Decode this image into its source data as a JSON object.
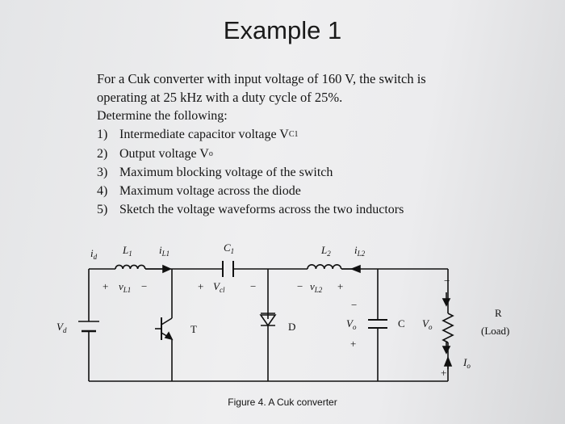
{
  "title": "Example 1",
  "intro": [
    "For a Cuk converter with input voltage of 160 V, the switch is",
    "operating at 25 kHz with a duty cycle of 25%.",
    "Determine the following:"
  ],
  "tasks": [
    {
      "num": "1)",
      "text": "Intermediate capacitor voltage V",
      "sub": "C1"
    },
    {
      "num": "2)",
      "text": "Output voltage V",
      "sub": "o"
    },
    {
      "num": "3)",
      "text": "Maximum blocking voltage of the switch",
      "sub": ""
    },
    {
      "num": "4)",
      "text": "Maximum voltage across the diode",
      "sub": ""
    },
    {
      "num": "5)",
      "text": "Sketch the voltage waveforms across the two inductors",
      "sub": ""
    }
  ],
  "circuit": {
    "i_d": "i",
    "i_d_sub": "d",
    "L1": "L",
    "L1_sub": "1",
    "i_L1": "i",
    "i_L1_sub": "L1",
    "C1": "C",
    "C1_sub": "1",
    "L2": "L",
    "L2_sub": "2",
    "i_L2": "i",
    "i_L2_sub": "L2",
    "v_L1": "v",
    "v_L1_sub": "L1",
    "v_C1": "V",
    "v_C1_sub": "cl",
    "v_L2": "v",
    "v_L2_sub": "L2",
    "Vd": "V",
    "Vd_sub": "d",
    "T": "T",
    "D": "D",
    "Vo_inner": "V",
    "Vo_inner_sub": "o",
    "C": "C",
    "Vo_outer": "V",
    "Vo_outer_sub": "o",
    "R": "R",
    "load": "(Load)",
    "Io": "I",
    "Io_sub": "o",
    "plus": "+",
    "minus": "−"
  },
  "caption": "Figure 4. A Cuk converter"
}
